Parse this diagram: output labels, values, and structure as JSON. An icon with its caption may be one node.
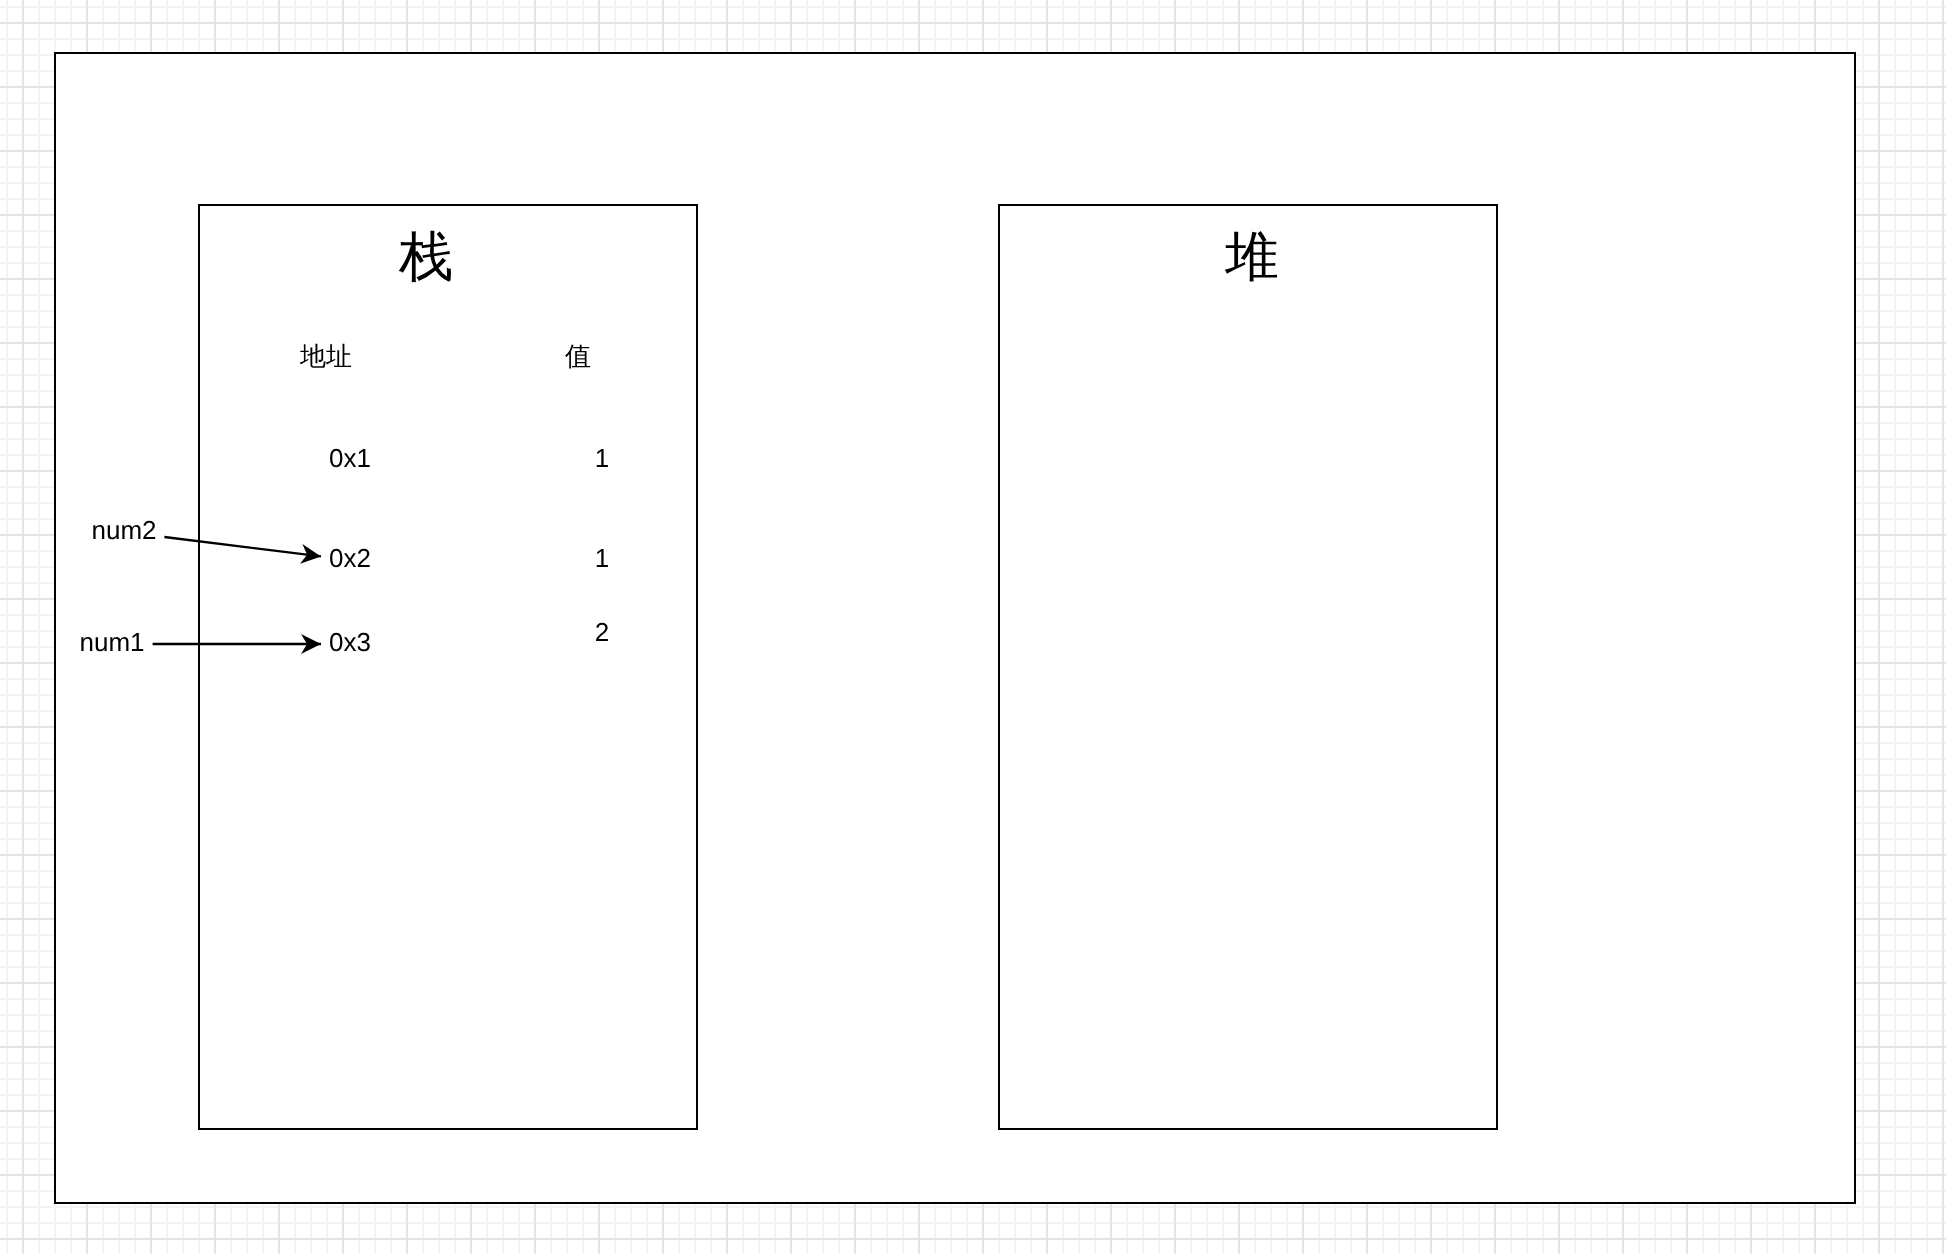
{
  "diagram": {
    "nodes": [
      {
        "text": [],
        "shape": "box"
      },
      {
        "text": [
          "栈"
        ],
        "in": 0
      },
      {
        "text": [
          "堆"
        ],
        "in": 0
      },
      {
        "text": [
          "num2"
        ],
        "in": 0
      },
      {
        "text": [
          "0x2"
        ],
        "in": 1
      },
      {
        "text": [
          "num1"
        ],
        "in": 0
      },
      {
        "text": [
          "0x3"
        ],
        "in": 1
      }
    ],
    "edges": [
      {
        "from": 3,
        "to": 4,
        "arrow": "to"
      },
      {
        "from": 5,
        "to": 6,
        "arrow": "to"
      }
    ],
    "labels": [
      "地址",
      "值",
      "0x1",
      "1",
      "1",
      "2"
    ]
  }
}
